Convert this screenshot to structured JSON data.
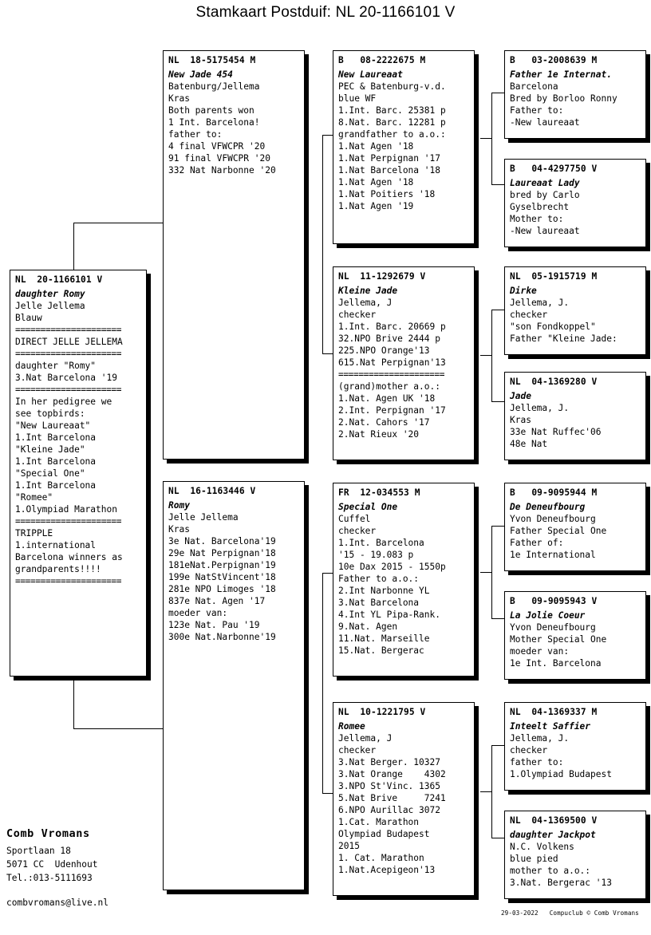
{
  "page": {
    "title": "Stamkaart Postduif: NL  20-1166101 V"
  },
  "subject": {
    "ring": "NL  20-1166101 V",
    "name": "daughter Romy",
    "lines": [
      "Jelle Jellema",
      "Blauw",
      "=====================",
      "DIRECT JELLE JELLEMA",
      "=====================",
      "daughter \"Romy\"",
      "3.Nat Barcelona '19",
      "=====================",
      "In her pedigree we",
      "see topbirds:",
      "\"New Laureaat\"",
      "1.Int Barcelona",
      "\"Kleine Jade\"",
      "1.Int Barcelona",
      "\"Special One\"",
      "1.Int Barcelona",
      "\"Romee\"",
      "1.Olympiad Marathon",
      "=====================",
      "TRIPPLE",
      "1.international",
      "Barcelona winners as",
      "grandparents!!!!",
      "====================="
    ]
  },
  "gen2": [
    {
      "ring": "NL  18-5175454 M",
      "name": "New Jade 454",
      "lines": [
        "Batenburg/Jellema",
        "Kras",
        "Both parents won",
        "1 Int. Barcelona!",
        "father to:",
        "4 final VFWCPR '20",
        "91 final VFWCPR '20",
        "332 Nat Narbonne '20"
      ]
    },
    {
      "ring": "NL  16-1163446 V",
      "name": "Romy",
      "lines": [
        "Jelle Jellema",
        "Kras",
        "3e Nat. Barcelona'19",
        "29e Nat Perpignan'18",
        "181eNat.Perpignan'19",
        "199e NatStVincent'18",
        "281e NPO Limoges '18",
        "837e Nat. Agen '17",
        "moeder van:",
        "123e Nat. Pau '19",
        "300e Nat.Narbonne'19"
      ]
    }
  ],
  "gen3": [
    {
      "ring": "B   08-2222675 M",
      "name": "New Laureaat",
      "lines": [
        "PEC & Batenburg-v.d.",
        "blue WF",
        "1.Int. Barc. 25381 p",
        "8.Nat. Barc. 12281 p",
        "grandfather to a.o.:",
        "1.Nat Agen '18",
        "1.Nat Perpignan '17",
        "1.Nat Barcelona '18",
        "1.Nat Agen '18",
        "1.Nat Poitiers '18",
        "1.Nat Agen '19"
      ]
    },
    {
      "ring": "NL  11-1292679 V",
      "name": "Kleine Jade",
      "lines": [
        "Jellema, J",
        "checker",
        "1.Int. Barc. 20669 p",
        "32.NPO Brive 2444 p",
        "225.NPO Orange'13",
        "615.Nat Perpignan'13",
        "=====================",
        "(grand)mother a.o.:",
        "1.Nat. Agen UK '18",
        "2.Int. Perpignan '17",
        "2.Nat. Cahors '17",
        "2.Nat Rieux '20"
      ]
    },
    {
      "ring": "FR  12-034553 M",
      "name": "Special One",
      "lines": [
        "Cuffel",
        "checker",
        "1.Int. Barcelona",
        "'15 - 19.083 p",
        "10e Dax 2015 - 1550p",
        "Father to a.o.:",
        "2.Int Narbonne YL",
        "3.Nat Barcelona",
        "4.Int YL Pipa-Rank.",
        "9.Nat. Agen",
        "11.Nat. Marseille",
        "15.Nat. Bergerac"
      ]
    },
    {
      "ring": "NL  10-1221795 V",
      "name": "Romee",
      "lines": [
        "Jellema, J",
        "checker",
        "3.Nat Berger. 10327",
        "3.Nat Orange    4302",
        "3.NPO St'Vinc. 1365",
        "5.Nat Brive     7241",
        "6.NPO Aurillac 3072",
        "1.Cat. Marathon",
        "Olympiad Budapest",
        "2015",
        "1. Cat. Marathon",
        "1.Nat.Acepigeon'13"
      ]
    }
  ],
  "gen4": [
    {
      "ring": "B   03-2008639 M",
      "name": "Father 1e Internat.",
      "lines": [
        "Barcelona",
        "Bred by Borloo Ronny",
        "Father to:",
        "-New laureaat"
      ]
    },
    {
      "ring": "B   04-4297750 V",
      "name": "Laureaat Lady",
      "lines": [
        "bred by Carlo",
        "Gyselbrecht",
        "Mother to:",
        "-New laureaat"
      ]
    },
    {
      "ring": "NL  05-1915719 M",
      "name": "Dirke",
      "lines": [
        "Jellema, J.",
        "checker",
        "\"son Fondkoppel\"",
        "Father \"Kleine Jade:"
      ]
    },
    {
      "ring": "NL  04-1369280 V",
      "name": "Jade",
      "lines": [
        "Jellema, J.",
        "Kras",
        "33e Nat Ruffec'06",
        "48e Nat"
      ]
    },
    {
      "ring": "B   09-9095944 M",
      "name": "De Deneufbourg",
      "lines": [
        "Yvon Deneufbourg",
        "Father Special One",
        "Father of:",
        "1e International"
      ]
    },
    {
      "ring": "B   09-9095943 V",
      "name": "La Jolie Coeur",
      "lines": [
        "Yvon Deneufbourg",
        "Mother Special One",
        "moeder van:",
        "1e Int. Barcelona"
      ]
    },
    {
      "ring": "NL  04-1369337 M",
      "name": "Inteelt Saffier",
      "lines": [
        "Jellema, J.",
        "checker",
        "father to:",
        "1.Olympiad Budapest"
      ]
    },
    {
      "ring": "NL  04-1369500 V",
      "name": "daughter Jackpot",
      "lines": [
        "N.C. Volkens",
        "blue pied",
        "mother to a.o.:",
        "3.Nat. Bergerac '13"
      ]
    }
  ],
  "footer": {
    "loft": "Comb Vromans",
    "address1": "Sportlaan 18",
    "address2": "5071 CC  Udenhout",
    "phone": "Tel.:013-5111693",
    "email": "combvromans@live.nl",
    "credit": "29-03-2022   Compuclub © Comb Vromans"
  }
}
